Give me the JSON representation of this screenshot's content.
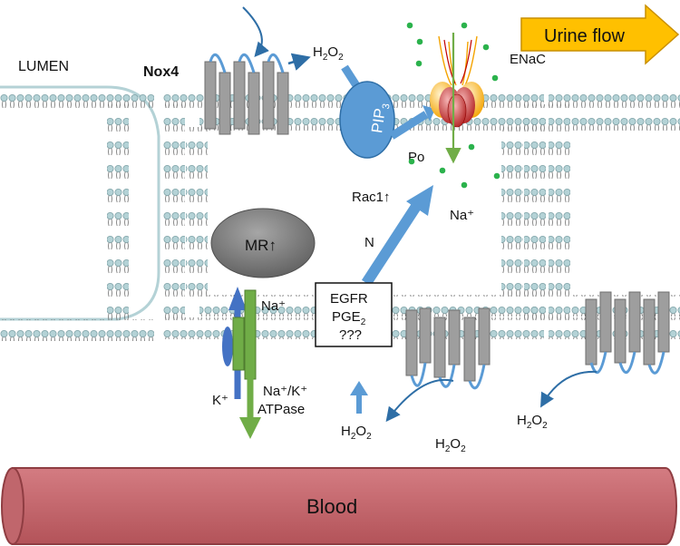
{
  "labels": {
    "lumen": "LUMEN",
    "urine_flow": "Urine flow",
    "nox4": "Nox4",
    "h2o2": "H",
    "h2o2_sub": "2",
    "h2o2_tail": "O",
    "h2o2_sub2": "2",
    "pip": "PIP",
    "pip_sub": "3",
    "enac": "ENaC",
    "po": "Po",
    "rac1": "Rac1↑",
    "na_plus": "Na⁺",
    "n_label": "N",
    "mr": "MR↑",
    "egfr": "EGFR",
    "pge": "PGE",
    "pge_sub": "2",
    "unknown": "???",
    "pump_na": "Na⁺",
    "pump_k": "K⁺",
    "pump_name_line1": "Na⁺/K⁺",
    "pump_name_line2": "ATPase",
    "blood": "Blood"
  },
  "colors": {
    "membrane_head": "#b4d2d6",
    "membrane_head_stroke": "#7fa3a8",
    "tail": "#6b6b6b",
    "gray_box": "#9e9e9e",
    "blue": "#5b9bd5",
    "blue_dark": "#2e6ea6",
    "orange": "#ffc000",
    "green": "#70ad47",
    "blood": "#c0666c",
    "blood_dark": "#8f3d42",
    "mr_gray": "#7f7f7f"
  },
  "icons": [
    "h2o2-arrow-icon",
    "enac-channel-icon",
    "sodium-ion-icon",
    "atpase-pump-icon"
  ]
}
